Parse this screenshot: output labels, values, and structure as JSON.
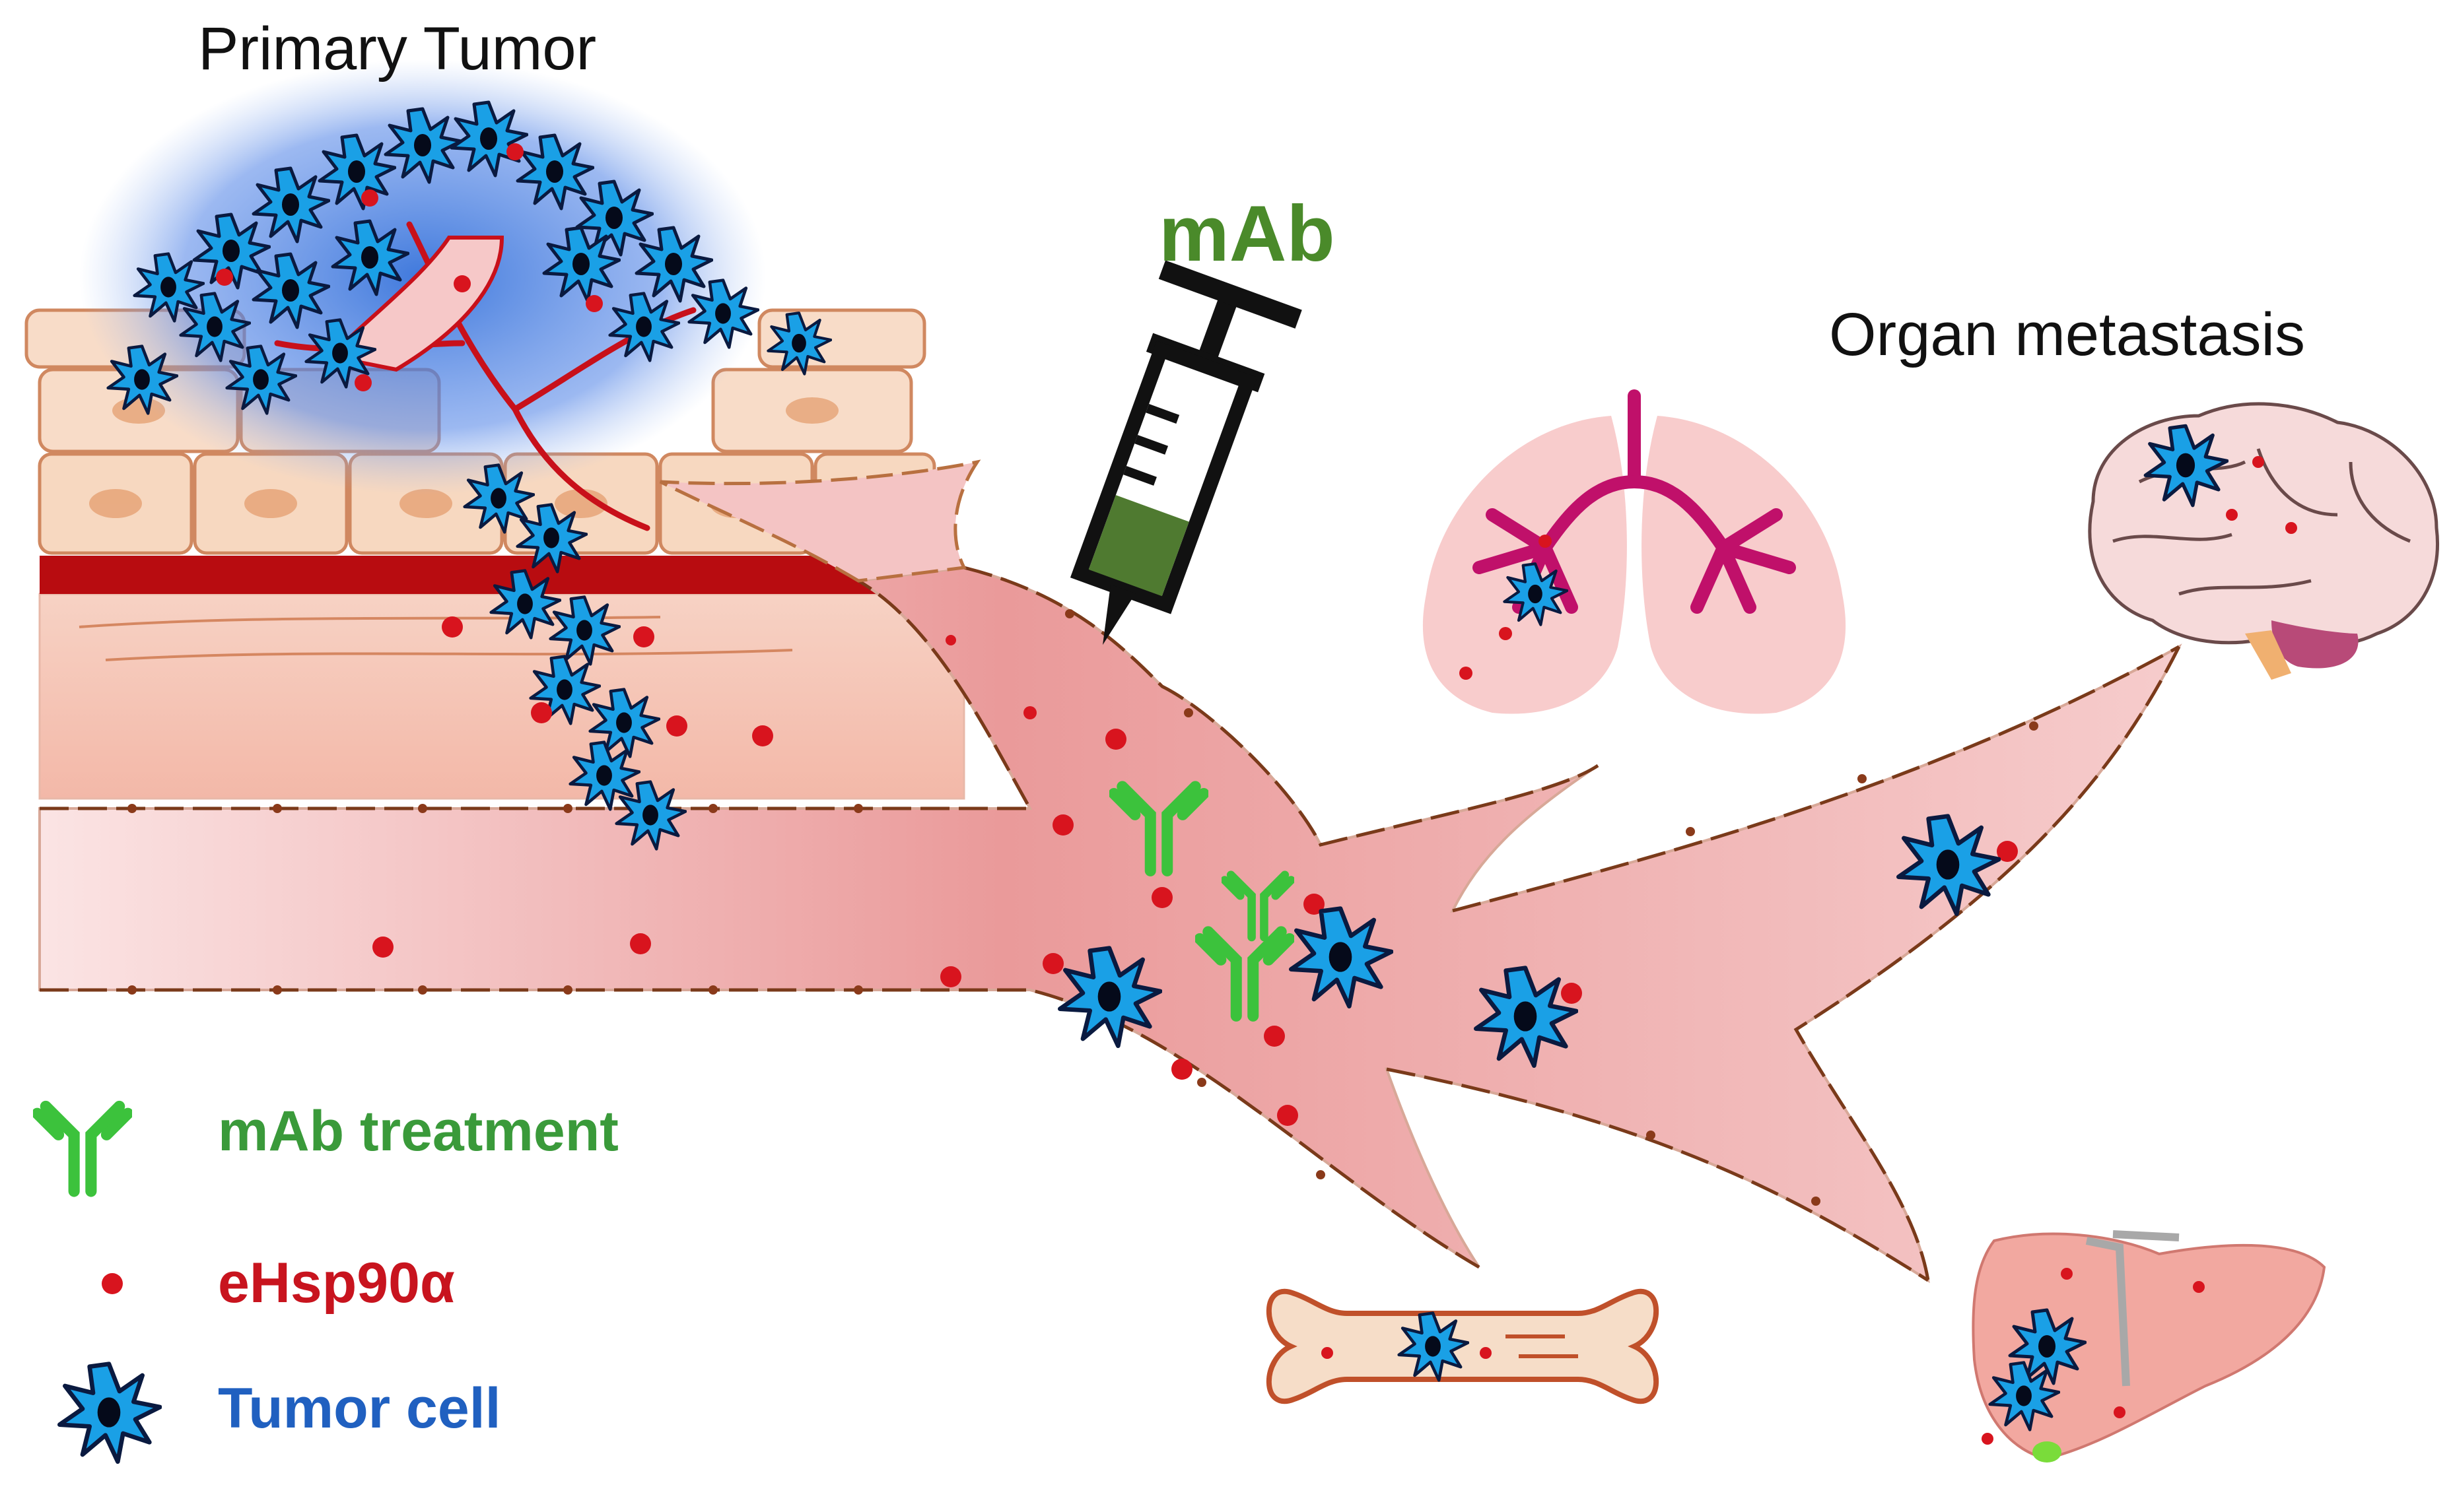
{
  "labels": {
    "primary_tumor": "Primary Tumor",
    "organ_metastasis": "Organ metastasis",
    "mab": "mAb"
  },
  "legend": {
    "mab_treatment": "mAb treatment",
    "ehsp90a": "eHsp90α",
    "tumor_cell": "Tumor cell"
  },
  "colors": {
    "mab_label": "#4a8a2a",
    "mab_legend": "#3a9a3a",
    "ehsp_legend": "#c8141e",
    "tumor_legend": "#2060c0",
    "antibody": "#3cc23c",
    "tumor_cell": "#1aa0e6",
    "dot": "#d8141e",
    "vessel": "#f0b0b0",
    "organ_pink": "#f8cccc",
    "bronchi": "#c0106a"
  },
  "icons": {
    "syringe": "syringe-icon",
    "lungs": "lungs-icon",
    "brain": "brain-icon",
    "liver": "liver-icon",
    "bone": "bone-icon",
    "antibody": "antibody-icon",
    "tumor_cell": "tumor-cell-icon",
    "ehsp90a": "ehsp90a-dot-icon"
  }
}
